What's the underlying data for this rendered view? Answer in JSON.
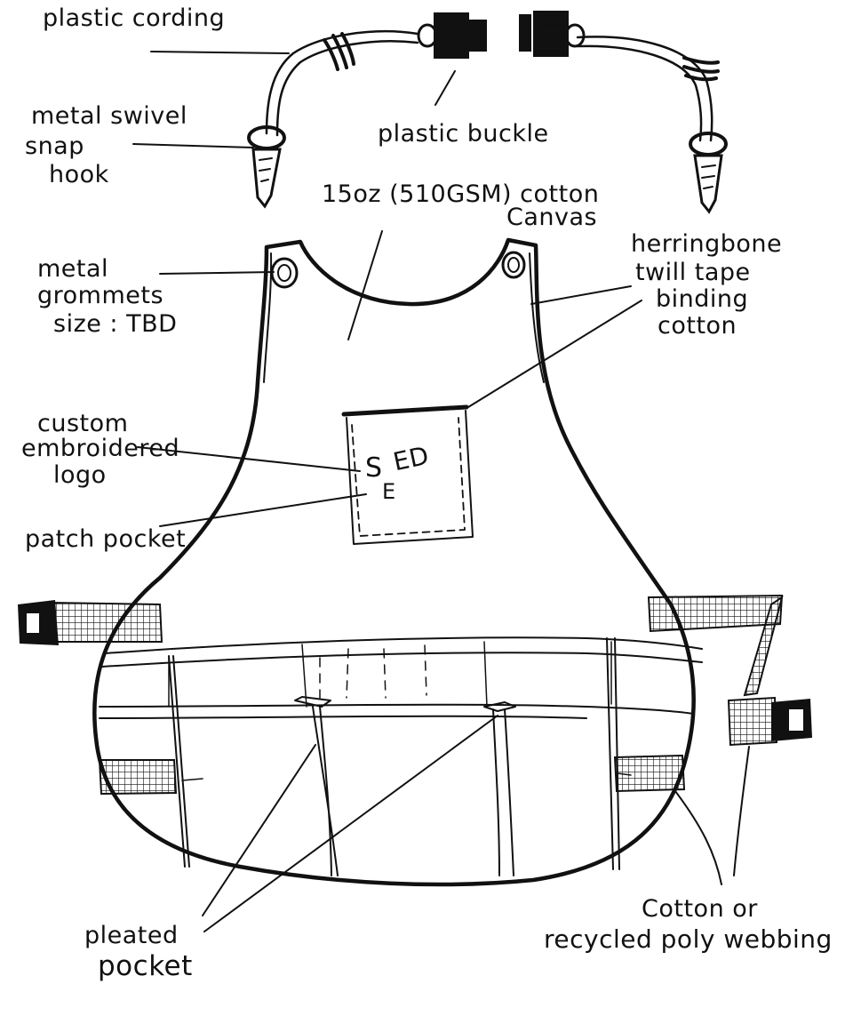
{
  "labels": {
    "plastic_cording": "plastic cording",
    "plastic_buckle": "plastic buckle",
    "swivel_1": "metal swivel",
    "swivel_2": "snap",
    "swivel_3": "hook",
    "canvas_1": "15oz (510GSM) cotton",
    "canvas_2": "Canvas",
    "grommets_1": "metal",
    "grommets_2": "grommets",
    "grommets_3": "size : TBD",
    "herringbone_1": "herringbone",
    "herringbone_2": "twill tape",
    "herringbone_3": "binding",
    "herringbone_4": "cotton",
    "logo_1": "custom",
    "logo_2": "embroidered",
    "logo_3": "logo",
    "patch_pocket": "patch pocket",
    "pleated_1": "pleated",
    "pleated_2": "pocket",
    "webbing_1": "Cotton or",
    "webbing_2": "recycled poly webbing"
  },
  "logo_text": {
    "s": "S",
    "e": "E",
    "ed": "ED"
  }
}
